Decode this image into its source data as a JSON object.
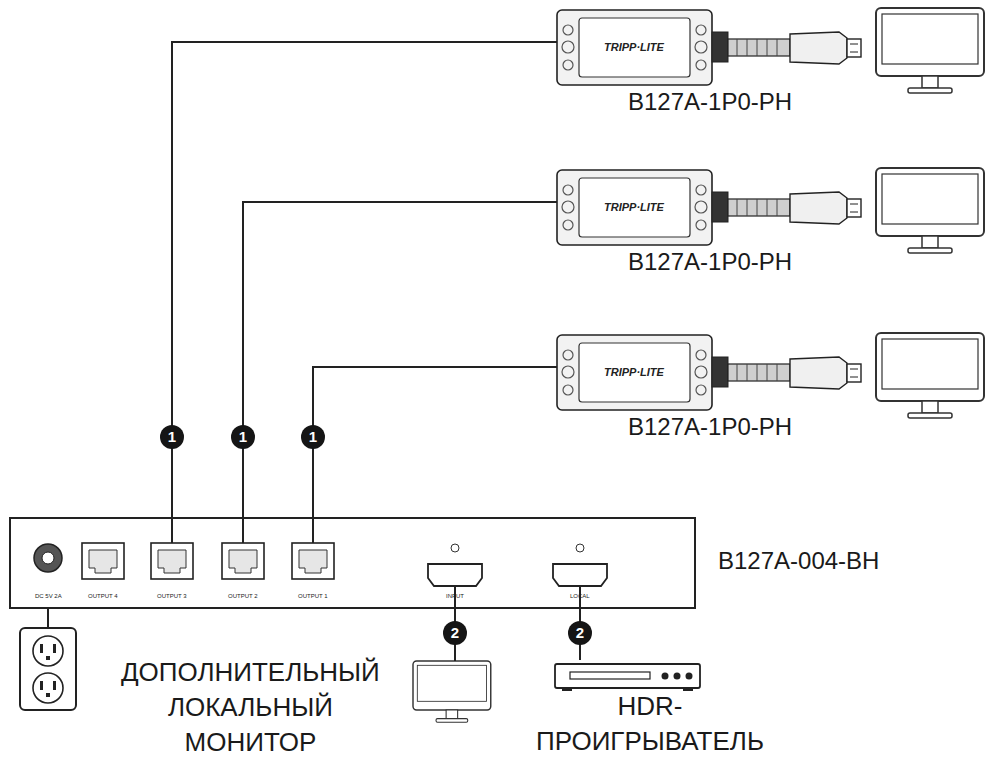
{
  "diagram": {
    "nodes": [
      {
        "text": [
          "B127A-1P0-PH"
        ]
      },
      {
        "text": [
          "B127A-1P0-PH"
        ]
      },
      {
        "text": [
          "B127A-1P0-PH"
        ]
      },
      {
        "text": [
          "B127A-004-BH"
        ]
      },
      {
        "text": [
          "ДОПОЛНИТЕЛЬНЫЙ ЛОКАЛЬНЫЙ МОНИТОР"
        ]
      },
      {
        "text": [
          "HDR- ПРОИГРЫВАТЕЛЬ"
        ]
      }
    ],
    "edges": [
      {
        "from": 3,
        "to": 0,
        "arrow": "none",
        "label": "1"
      },
      {
        "from": 3,
        "to": 1,
        "arrow": "none",
        "label": "1"
      },
      {
        "from": 3,
        "to": 2,
        "arrow": "none",
        "label": "1"
      },
      {
        "from": 3,
        "to": 4,
        "arrow": "none",
        "label": "2"
      },
      {
        "from": 3,
        "to": 5,
        "arrow": "none",
        "label": "2"
      }
    ],
    "labels": [
      "OUTPUT 4",
      "OUTPUT 3",
      "OUTPUT 2",
      "OUTPUT 1",
      "INPUT",
      "LOCAL",
      "DC 5V 2A",
      "TRIPP·LITE",
      "TRIPP·LITE",
      "TRIPP·LITE"
    ]
  }
}
